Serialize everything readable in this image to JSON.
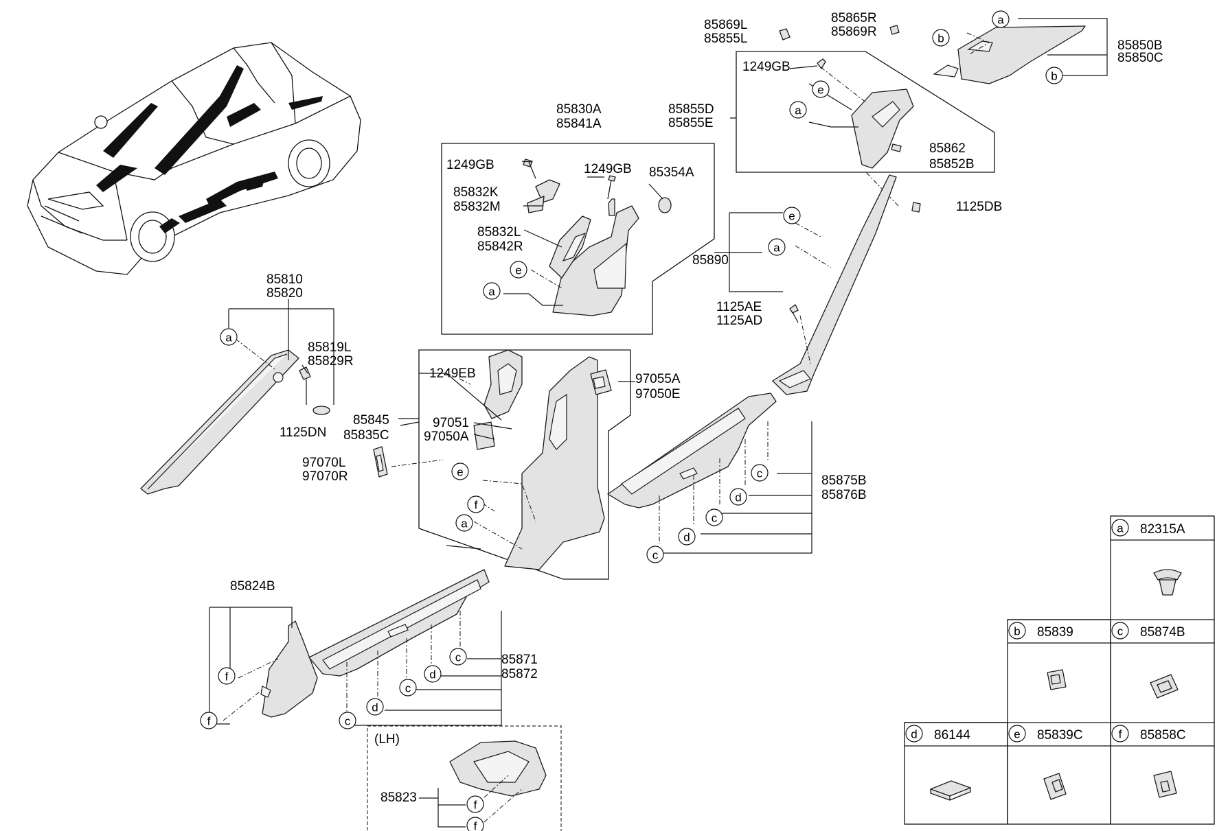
{
  "labels": {
    "p85869L": "85869L",
    "p85855L": "85855L",
    "p85865R": "85865R",
    "p85869R": "85869R",
    "p85850B": "85850B",
    "p85850C": "85850C",
    "p1249GB_a": "1249GB",
    "p85855D": "85855D",
    "p85855E": "85855E",
    "p85862": "85862",
    "p85852B": "85852B",
    "p1125DB": "1125DB",
    "p85830A": "85830A",
    "p85841A": "85841A",
    "p1249GB_b": "1249GB",
    "p1249GB_c": "1249GB",
    "p85354A": "85354A",
    "p85832K": "85832K",
    "p85832M": "85832M",
    "p85832L": "85832L",
    "p85842R": "85842R",
    "p85890": "85890",
    "p1125AE": "1125AE",
    "p1125AD": "1125AD",
    "p85810": "85810",
    "p85820": "85820",
    "p85819L": "85819L",
    "p85829R": "85829R",
    "p1125DN": "1125DN",
    "p1249EB": "1249EB",
    "p97055A": "97055A",
    "p97050E": "97050E",
    "p85845": "85845",
    "p85835C": "85835C",
    "p97051": "97051",
    "p97050A": "97050A",
    "p97070L": "97070L",
    "p97070R": "97070R",
    "p85875B": "85875B",
    "p85876B": "85876B",
    "p85824B": "85824B",
    "p85871": "85871",
    "p85872": "85872",
    "lh": "(LH)",
    "p85823": "85823"
  },
  "legend": [
    {
      "letter": "a",
      "part": "82315A"
    },
    {
      "letter": "b",
      "part": "85839"
    },
    {
      "letter": "c",
      "part": "85874B"
    },
    {
      "letter": "d",
      "part": "86144"
    },
    {
      "letter": "e",
      "part": "85839C"
    },
    {
      "letter": "f",
      "part": "85858C"
    }
  ]
}
